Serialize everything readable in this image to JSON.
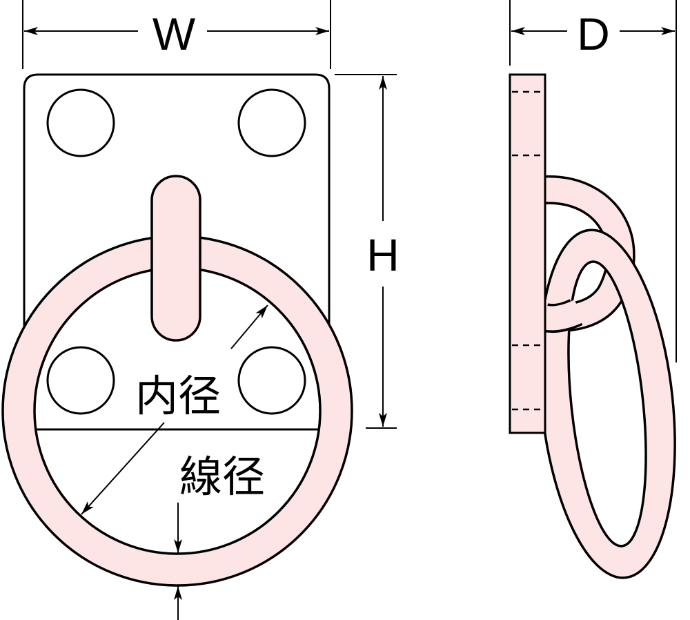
{
  "labels": {
    "width": "W",
    "height": "H",
    "depth": "D",
    "inner_diameter": "内径",
    "wire_diameter": "線径"
  },
  "colors": {
    "fill": "#fde5e5",
    "stroke": "#000000",
    "background": "#ffffff"
  }
}
